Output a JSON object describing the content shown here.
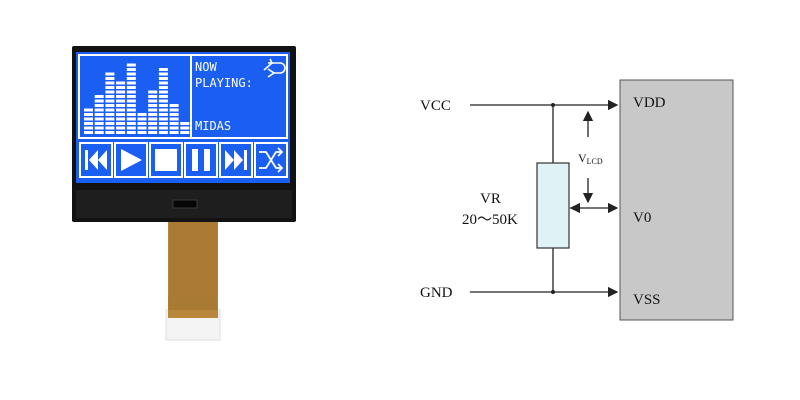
{
  "lcd": {
    "status_line1": "NOW",
    "status_line2": "PLAYING:",
    "track_name": "MIDAS",
    "equalizer_levels": [
      0.38,
      0.55,
      0.85,
      0.72,
      1.0,
      0.28,
      0.62,
      0.95,
      0.45,
      0.2
    ],
    "controls": [
      "rewind",
      "play",
      "stop",
      "pause",
      "fast-forward",
      "shuffle"
    ],
    "colors": {
      "screen": "#1a5ef2",
      "pixel": "#ffffff",
      "bezel": "#121212",
      "flex_cable": "#b8873c"
    }
  },
  "schematic": {
    "labels": {
      "vcc": "VCC",
      "gnd": "GND",
      "vdd": "VDD",
      "v0": "V0",
      "vss": "VSS",
      "vlcd_main": "V",
      "vlcd_sub": "LCD",
      "resistor_name": "VR",
      "resistor_value": "20～50K"
    },
    "colors": {
      "chip": "#c8c8c8",
      "resistor": "#dff2f6",
      "wire": "#222222"
    }
  }
}
